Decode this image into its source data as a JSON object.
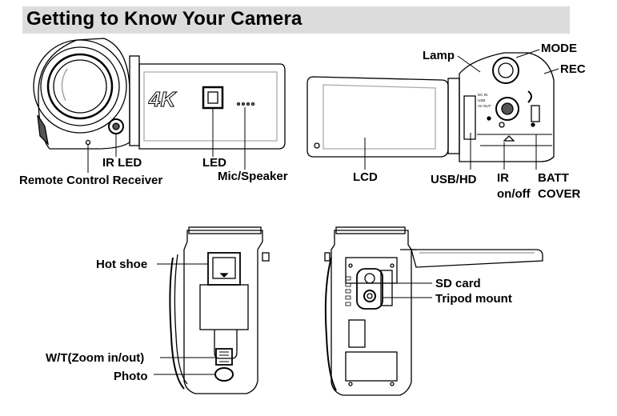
{
  "header": {
    "title": "Getting to Know Your Camera"
  },
  "front_view": {
    "badge": "4K",
    "labels": {
      "ir_led": "IR LED",
      "remote_receiver": "Remote Control Receiver",
      "led": "LED",
      "mic_speaker": "Mic/Speaker"
    }
  },
  "back_view": {
    "port_text": [
      "DC IN",
      "USB",
      "AV OUT"
    ],
    "labels": {
      "lamp": "Lamp",
      "mode": "MODE",
      "rec": "REC",
      "lcd": "LCD",
      "usb_hd": "USB/HD",
      "ir": "IR",
      "ir_onoff": "on/off",
      "batt": "BATT",
      "cover": "COVER"
    }
  },
  "top_view": {
    "labels": {
      "hot_shoe": "Hot shoe",
      "zoom": "W/T(Zoom in/out)",
      "photo": "Photo"
    }
  },
  "bottom_view": {
    "labels": {
      "sd_card": "SD card",
      "tripod_mount": "Tripod mount"
    }
  }
}
